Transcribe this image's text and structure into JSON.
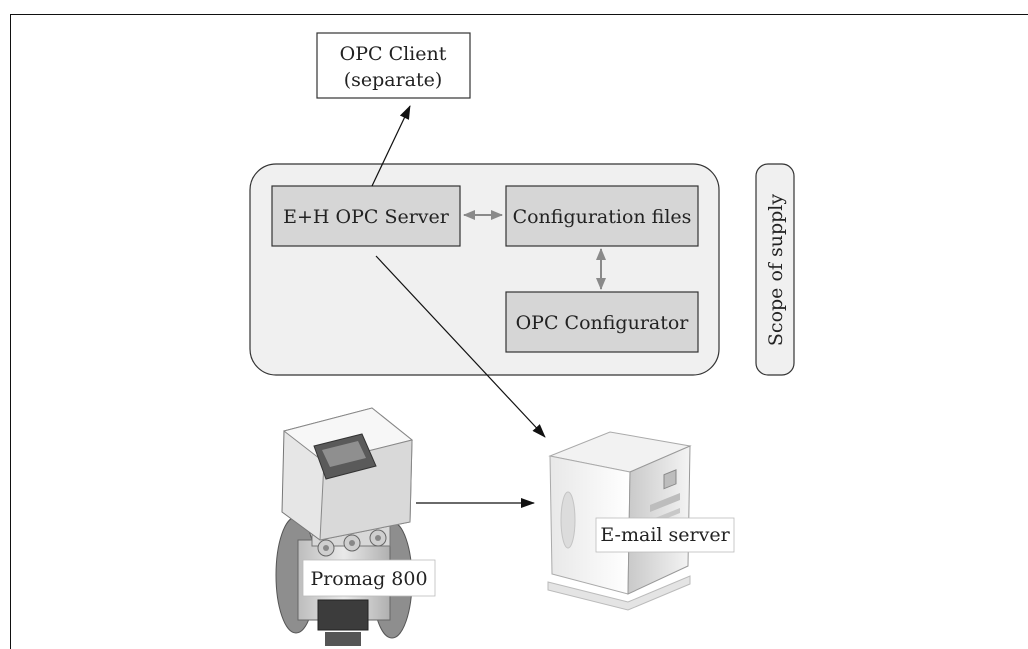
{
  "nodes": {
    "opc_client_line1": "OPC Client",
    "opc_client_line2": "(separate)",
    "opc_server": "E+H OPC Server",
    "config_files": "Configuration files",
    "opc_configurator": "OPC Configurator",
    "scope_of_supply": "Scope of supply",
    "email_server": "E-mail server",
    "promag": "Promag 800"
  },
  "icons": {
    "flowmeter": "flowmeter-icon",
    "server": "server-tower-icon"
  }
}
